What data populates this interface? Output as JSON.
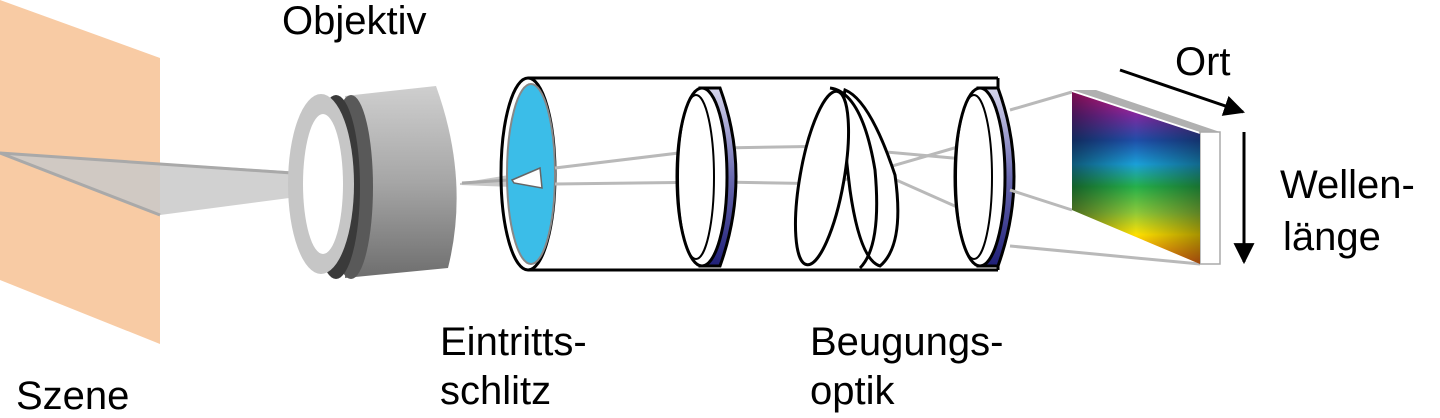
{
  "labels": {
    "objektiv": "Objektiv",
    "szene": "Szene",
    "eintritts_line1": "Eintritts-",
    "eintritts_line2": "schlitz",
    "beugungs_line1": "Beugungs-",
    "beugungs_line2": "optik",
    "ort": "Ort",
    "wellen_line1": "Wellen-",
    "wellen_line2": "länge"
  },
  "colors": {
    "scene": "#f8cba4",
    "slit": "#3bbde8",
    "lens_edge": "#2e2e8c",
    "objective_body": "#8c8c8c",
    "beam": "#b9b9b9"
  }
}
